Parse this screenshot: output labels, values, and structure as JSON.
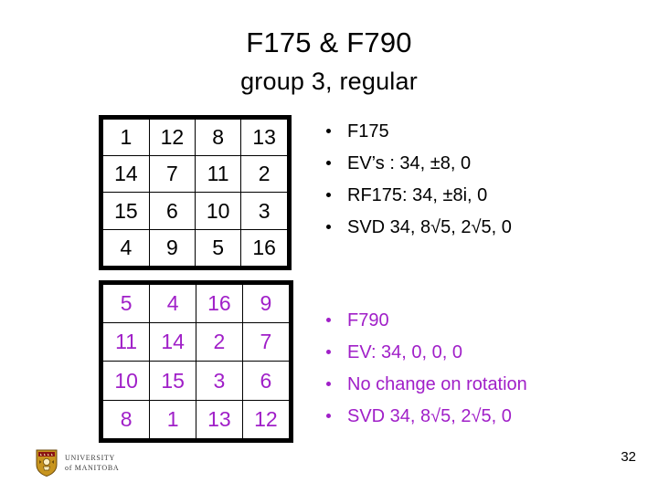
{
  "slide": {
    "title": "F175 & F790",
    "subtitle": "group 3, regular",
    "page_number": "32",
    "accent_color": "#A01FC8",
    "text_color": "#000000"
  },
  "matrix_f175": {
    "name": "F175",
    "color": "#000000",
    "rows": [
      [
        "1",
        "12",
        "8",
        "13"
      ],
      [
        "14",
        "7",
        "11",
        "2"
      ],
      [
        "15",
        "6",
        "10",
        "3"
      ],
      [
        "4",
        "9",
        "5",
        "16"
      ]
    ]
  },
  "matrix_f790": {
    "name": "F790",
    "color": "#A01FC8",
    "rows": [
      [
        "5",
        "4",
        "16",
        "9"
      ],
      [
        "11",
        "14",
        "2",
        "7"
      ],
      [
        "10",
        "15",
        "3",
        "6"
      ],
      [
        "8",
        "1",
        "13",
        "12"
      ]
    ]
  },
  "bullets_f175": {
    "color": "#000000",
    "items": [
      "F175",
      "EV’s : 34, ±8, 0",
      "RF175: 34, ±8i, 0",
      "SVD 34, 8√5, 2√5, 0"
    ]
  },
  "bullets_f790": {
    "color": "#A01FC8",
    "items": [
      "F790",
      "EV: 34, 0, 0, 0",
      "No change on rotation",
      "SVD 34, 8√5, 2√5, 0"
    ]
  },
  "footer": {
    "logo_line1": "UNIVERSITY",
    "logo_line2": "of MANITOBA"
  }
}
